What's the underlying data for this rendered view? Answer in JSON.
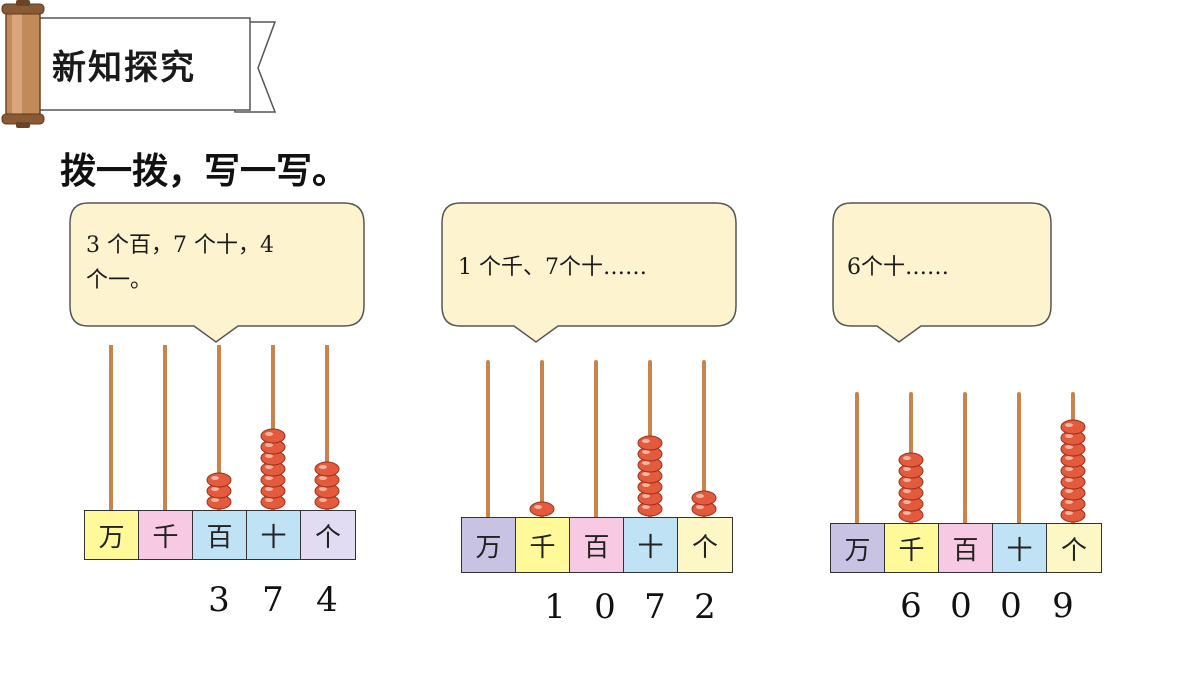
{
  "header": {
    "title": "新知探究"
  },
  "instruction": "拨一拨，写一写。",
  "colors": {
    "wan": "#c8c3e3",
    "qian": "#fff99a",
    "qian_alt": "#f7c9e3",
    "bai": "#bfe3f5",
    "bai_alt": "#f7c9e3",
    "shi": "#bfe3f5",
    "ge": "#fdf7c5",
    "bead": "#e35a3c",
    "rod": "#c9844d",
    "bubble": "#fdf3cf"
  },
  "bubbles": [
    {
      "lines": [
        "3 个百，7 个十，4",
        "个一。"
      ]
    },
    {
      "lines": [
        "1 个千、7个十……"
      ]
    },
    {
      "lines": [
        "6个十……"
      ]
    }
  ],
  "abaci": [
    {
      "places": [
        "万",
        "千",
        "百",
        "十",
        "个"
      ],
      "place_colors": [
        "#fff99a",
        "#f7c9e3",
        "#bfe3f5",
        "#bfe3f5",
        "#e2dcf3"
      ],
      "beads": [
        0,
        0,
        3,
        7,
        4
      ],
      "digits": [
        "",
        "",
        "3",
        "7",
        "4"
      ]
    },
    {
      "places": [
        "万",
        "千",
        "百",
        "十",
        "个"
      ],
      "place_colors": [
        "#c8c3e3",
        "#fff99a",
        "#f7c9e3",
        "#bfe3f5",
        "#fdf7c5"
      ],
      "beads": [
        0,
        1,
        0,
        7,
        2
      ],
      "digits": [
        "",
        "1",
        "0",
        "7",
        "2"
      ]
    },
    {
      "places": [
        "万",
        "千",
        "百",
        "十",
        "个"
      ],
      "place_colors": [
        "#c8c3e3",
        "#fff99a",
        "#f7c9e3",
        "#bfe3f5",
        "#fdf7c5"
      ],
      "beads": [
        0,
        6,
        0,
        0,
        9
      ],
      "digits": [
        "",
        "6",
        "0",
        "0",
        "9"
      ]
    }
  ]
}
